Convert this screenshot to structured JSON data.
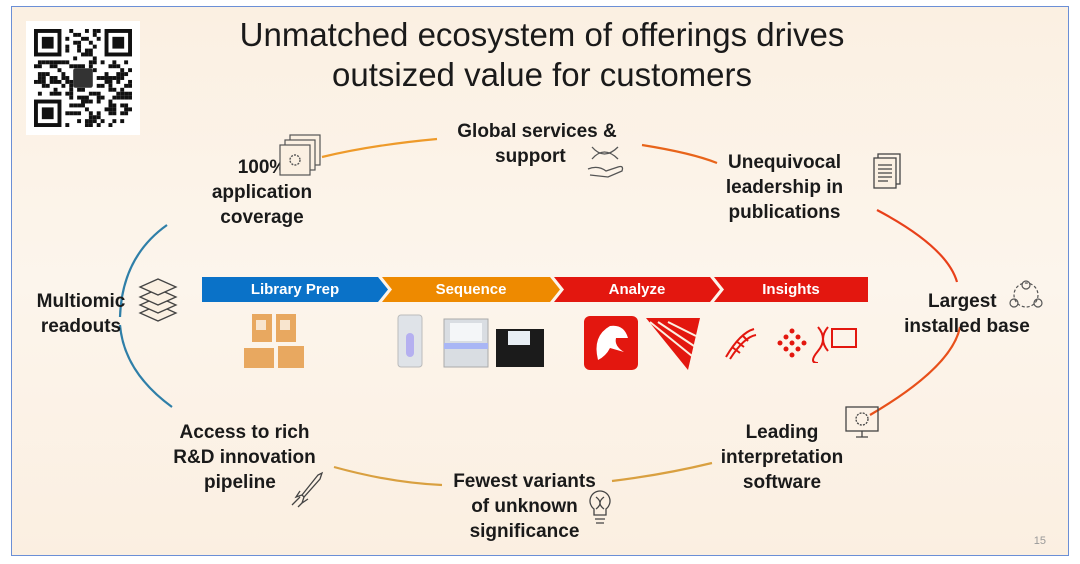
{
  "title": {
    "line1": "Unmatched ecosystem of offerings drives",
    "line2": "outsized value for customers"
  },
  "labels": {
    "coverage": [
      "100%",
      "application",
      "coverage"
    ],
    "services": [
      "Global services &",
      "support"
    ],
    "publications": [
      "Unequivocal",
      "leadership in",
      "publications"
    ],
    "installed": [
      "Largest",
      "installed base"
    ],
    "software": [
      "Leading",
      "interpretation",
      "software"
    ],
    "variants": [
      "Fewest variants",
      "of unknown",
      "significance"
    ],
    "pipeline": [
      "Access to rich",
      "R&D innovation",
      "pipeline"
    ],
    "multiomic": [
      "Multiomic",
      "readouts"
    ]
  },
  "workflow": [
    {
      "label": "Library Prep",
      "color": "#0a72c8"
    },
    {
      "label": "Sequence",
      "color": "#ee8a00"
    },
    {
      "label": "Analyze",
      "color": "#e3170f"
    },
    {
      "label": "Insights",
      "color": "#e3170f"
    }
  ],
  "page_number": "15"
}
